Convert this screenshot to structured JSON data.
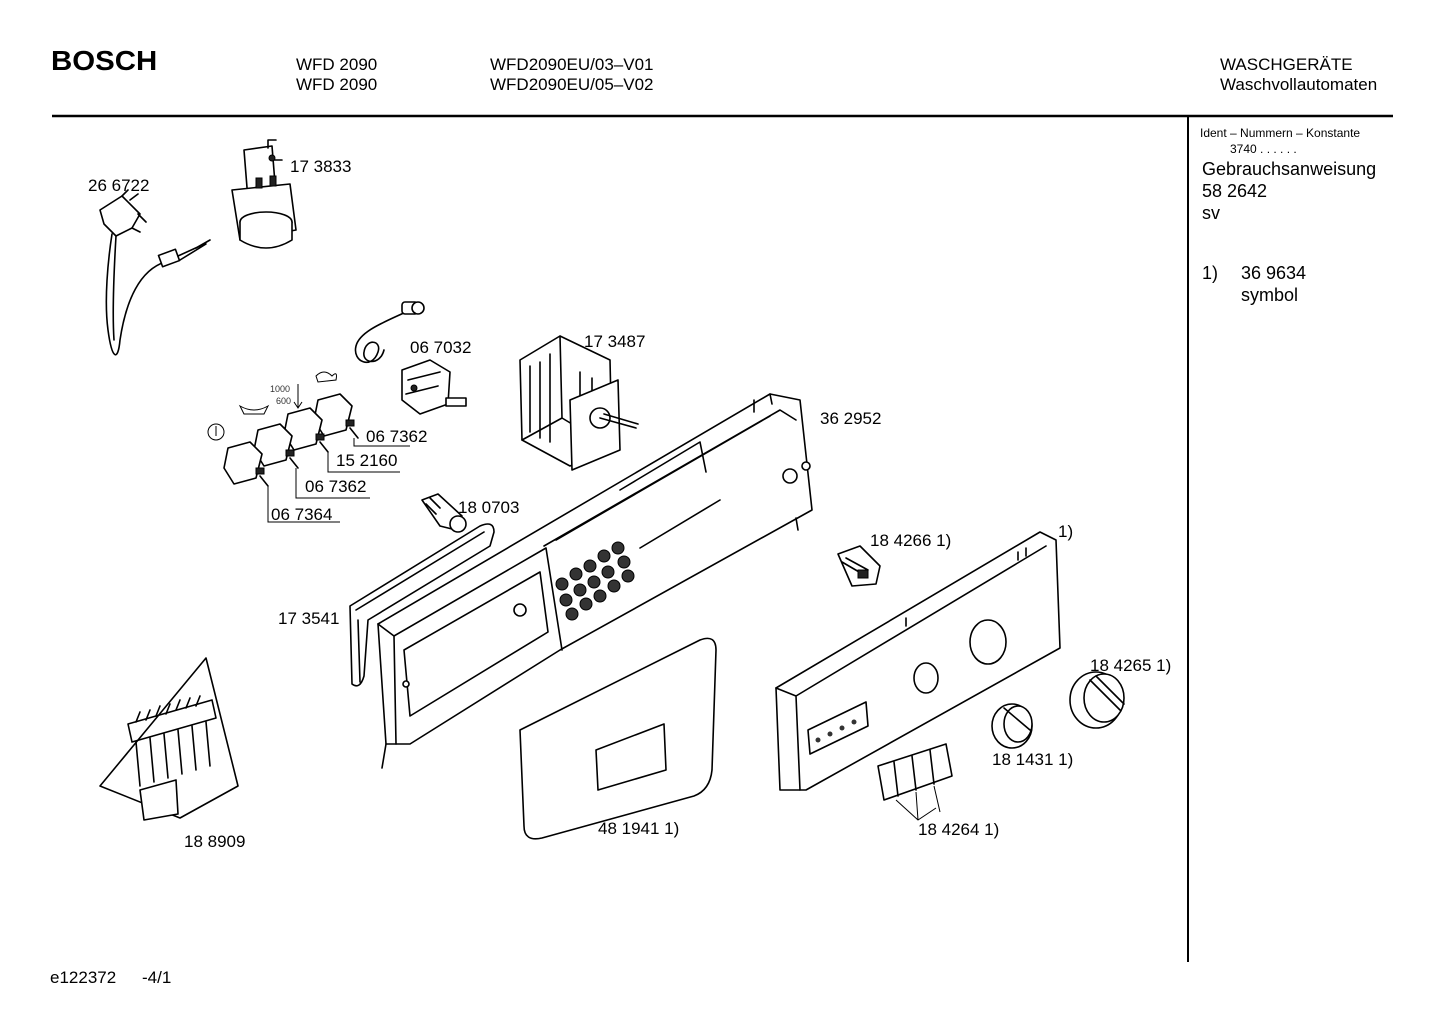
{
  "header": {
    "brand": "BOSCH",
    "model_lines": [
      "WFD 2090",
      "WFD 2090"
    ],
    "variant_lines": [
      "WFD2090EU/03–V01",
      "WFD2090EU/05–V02"
    ],
    "category_lines": [
      "WASCHGERÄTE",
      "Waschvollautomaten"
    ]
  },
  "sidebar": {
    "ident_title": "Ident – Nummern – Konstante",
    "ident_value": "3740  .   .   .   .   .   .",
    "manual_label": "Gebrauchsanweisung",
    "manual_number": "58 2642",
    "manual_lang": "sv",
    "footnote_marker": "1)",
    "footnote_number": "36 9634",
    "footnote_text": "symbol"
  },
  "parts": {
    "p266722": "26 6722",
    "p173833": "17 3833",
    "p067032": "06 7032",
    "p173487": "17 3487",
    "p362952": "36 2952",
    "p067362a": "06 7362",
    "p152160": "15 2160",
    "p067362b": "06 7362",
    "p067364": "06 7364",
    "p180703": "18 0703",
    "p184266": "18 4266 1)",
    "p_panel": "1)",
    "p173541": "17 3541",
    "p184265": "18 4265 1)",
    "p181431": "18 1431 1)",
    "p184264": "18 4264 1)",
    "p481941": "48 1941 1)",
    "p188909": "18 8909"
  },
  "symbols": {
    "spin_high": "1000",
    "spin_low": "600"
  },
  "footer": {
    "doc_id": "e122372",
    "page": "-4/1"
  }
}
